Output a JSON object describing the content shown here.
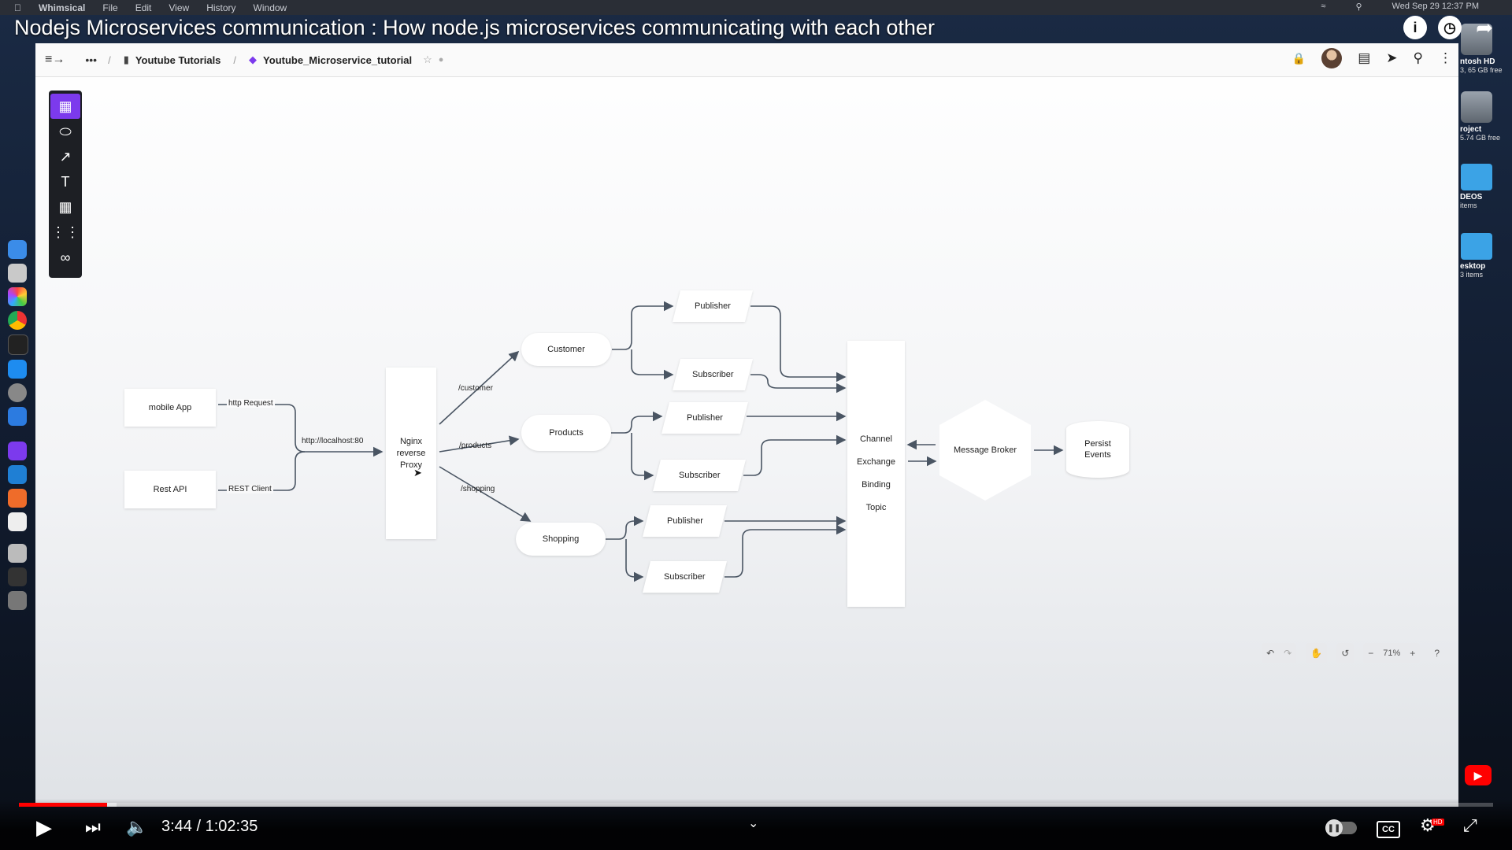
{
  "video": {
    "title": "Nodejs Microservices communication : How node.js microservices communicating with each other",
    "current_time": "3:44",
    "duration": "1:02:35",
    "time_display": "3:44 / 1:02:35",
    "progress_fraction": 0.0597,
    "buffered_fraction": 0.066
  },
  "mac_menubar": {
    "app_name": "Whimsical",
    "menus": [
      "File",
      "Edit",
      "View",
      "History",
      "Window"
    ],
    "clock": "Wed Sep 29  12:37 PM"
  },
  "desktop_items": [
    {
      "label": "ntosh HD",
      "sub": "3, 65 GB free",
      "kind": "disk"
    },
    {
      "label": "roject",
      "sub": "5.74 GB free",
      "kind": "disk"
    },
    {
      "label": "DEOS",
      "sub": "items",
      "kind": "folder"
    },
    {
      "label": "esktop",
      "sub": "3 items",
      "kind": "folder"
    }
  ],
  "whimsical": {
    "breadcrumb": {
      "folder": "Youtube Tutorials",
      "board": "Youtube_Microservice_tutorial"
    },
    "toolbar_tools": [
      "flowchart-icon",
      "ellipse-icon",
      "arrow-icon",
      "text-icon",
      "image-icon",
      "grid-icon",
      "link-icon"
    ],
    "zoom_level": "71%"
  },
  "diagram": {
    "mobile_app": "mobile App",
    "rest_api": "Rest API",
    "http_request": "http Request",
    "rest_client": "REST Client",
    "localhost": "http://localhost:80",
    "nginx_line1": "Nginx",
    "nginx_line2": "reverse",
    "nginx_line3": "Proxy",
    "route_customer": "/customer",
    "route_products": "/products",
    "route_shopping": "/shopping",
    "customer": "Customer",
    "products": "Products",
    "shopping": "Shopping",
    "publisher": "Publisher",
    "subscriber": "Subscriber",
    "channel": "Channel",
    "exchange": "Exchange",
    "binding": "Binding",
    "topic": "Topic",
    "message_broker": "Message Broker",
    "persist_line1": "Persist",
    "persist_line2": "Events"
  },
  "colors": {
    "accent": "#7c3aed",
    "progress": "#ff0000",
    "edge": "#4a5563"
  }
}
